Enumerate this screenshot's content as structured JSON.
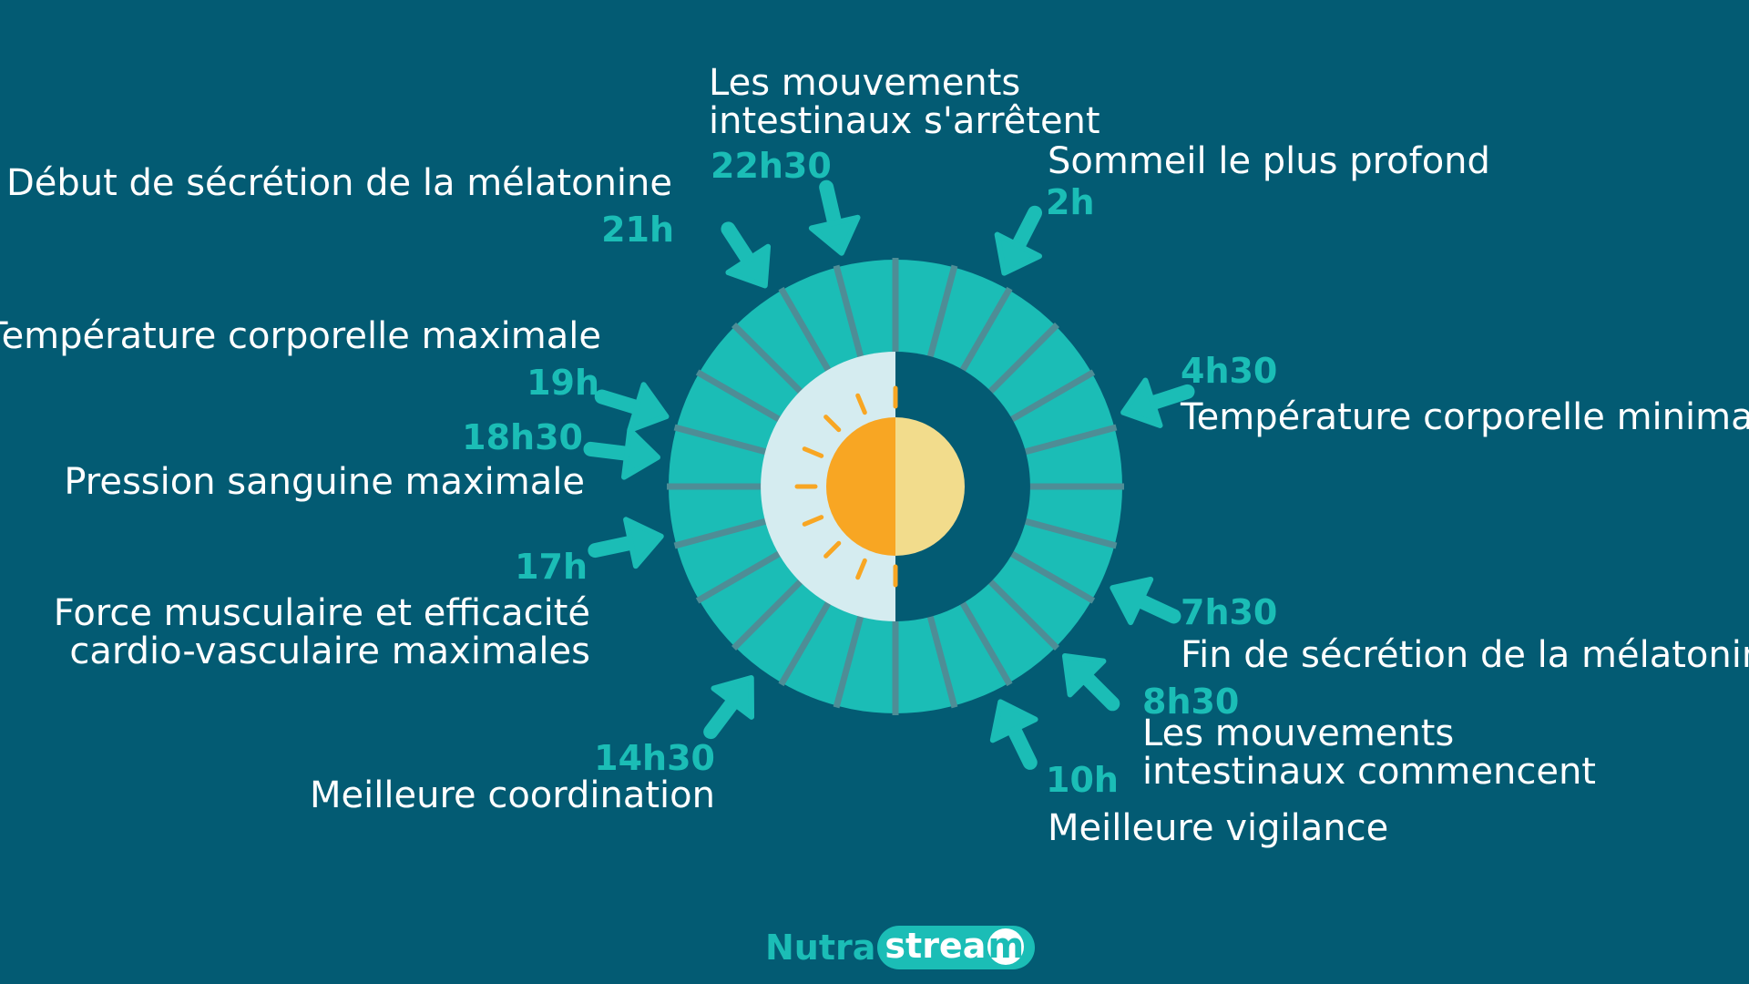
{
  "events": {
    "e2230": {
      "time": "22h30",
      "line1": "Les mouvements",
      "line2": "intestinaux s'arrêtent"
    },
    "e2h": {
      "time": "2h",
      "label": "Sommeil le plus profond"
    },
    "e21h": {
      "time": "21h",
      "label": "Début de sécrétion de la mélatonine"
    },
    "e19h": {
      "time": "19h",
      "label": "Température corporelle maximale"
    },
    "e1830": {
      "time": "18h30",
      "label": "Pression sanguine maximale"
    },
    "e17h": {
      "time": "17h",
      "line1": "Force musculaire et efficacité",
      "line2": "cardio-vasculaire maximales"
    },
    "e1430": {
      "time": "14h30",
      "label": "Meilleure coordination"
    },
    "e430": {
      "time": "4h30",
      "label": "Température corporelle minimale"
    },
    "e730": {
      "time": "7h30",
      "label": "Fin de sécrétion de la mélatonine"
    },
    "e830": {
      "time": "8h30",
      "line1": "Les mouvements",
      "line2": "intestinaux commencent"
    },
    "e10h": {
      "time": "10h",
      "label": "Meilleure vigilance"
    }
  },
  "logo": {
    "part1": "Nutra",
    "part2": "strea",
    "part3": "m"
  },
  "colors": {
    "background": "#035b73",
    "ring": "#1bbdb6",
    "spoke": "#4e8d96",
    "sun": "#f8a623",
    "moon": "#f2dc8c",
    "day": "#d5ecf0"
  }
}
